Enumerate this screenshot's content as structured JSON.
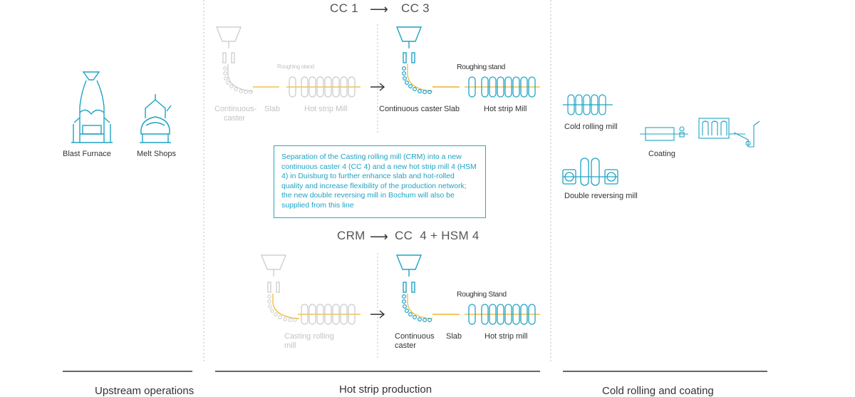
{
  "upstream": {
    "blast_furnace_label": "Blast Furnace",
    "melt_shops_label": "Melt Shops"
  },
  "top_line": {
    "from": "CC 1",
    "arrow": "⟶",
    "to": "CC 3",
    "old_caster_label": "Continuous-\ncaster",
    "old_slab_label": "Slab",
    "old_roughing_label": "Roughing stand",
    "old_mill_label": "Hot strip Mill",
    "new_caster_label": "Continuous caster",
    "new_slab_label": "Slab",
    "new_roughing_label": "Roughing stand",
    "new_mill_label": "Hot strip Mill"
  },
  "callout_text": "Separation of the Casting rolling mill (CRM) into a new continuous caster 4 (CC 4) and a new hot strip mill 4 (HSM 4) in Duisburg to further enhance slab and hot-rolled quality and increase  flexibility of  the production network; the new double reversing mill in Bochum will also be supplied from this line",
  "bottom_line": {
    "from": "CRM",
    "arrow": "⟶",
    "to": "CC  4 + HSM 4",
    "old_label": "Casting rolling\nmill",
    "new_caster_label": "Continuous\ncaster",
    "new_slab_label": "Slab",
    "new_roughing_label": "Roughing Stand",
    "new_mill_label": "Hot strip mill"
  },
  "cold_rolling": {
    "cold_rolling_label": "Cold rolling mill",
    "coating_label": "Coating",
    "double_reversing_label": "Double reversing mill"
  },
  "sections": {
    "upstream": "Upstream operations",
    "hot_strip": "Hot strip production",
    "cold_rolling": "Cold rolling and coating"
  },
  "colors": {
    "accent": "#1ea3c4",
    "faded": "#c8c8c8",
    "slab": "#f0b429",
    "text": "#333333"
  }
}
